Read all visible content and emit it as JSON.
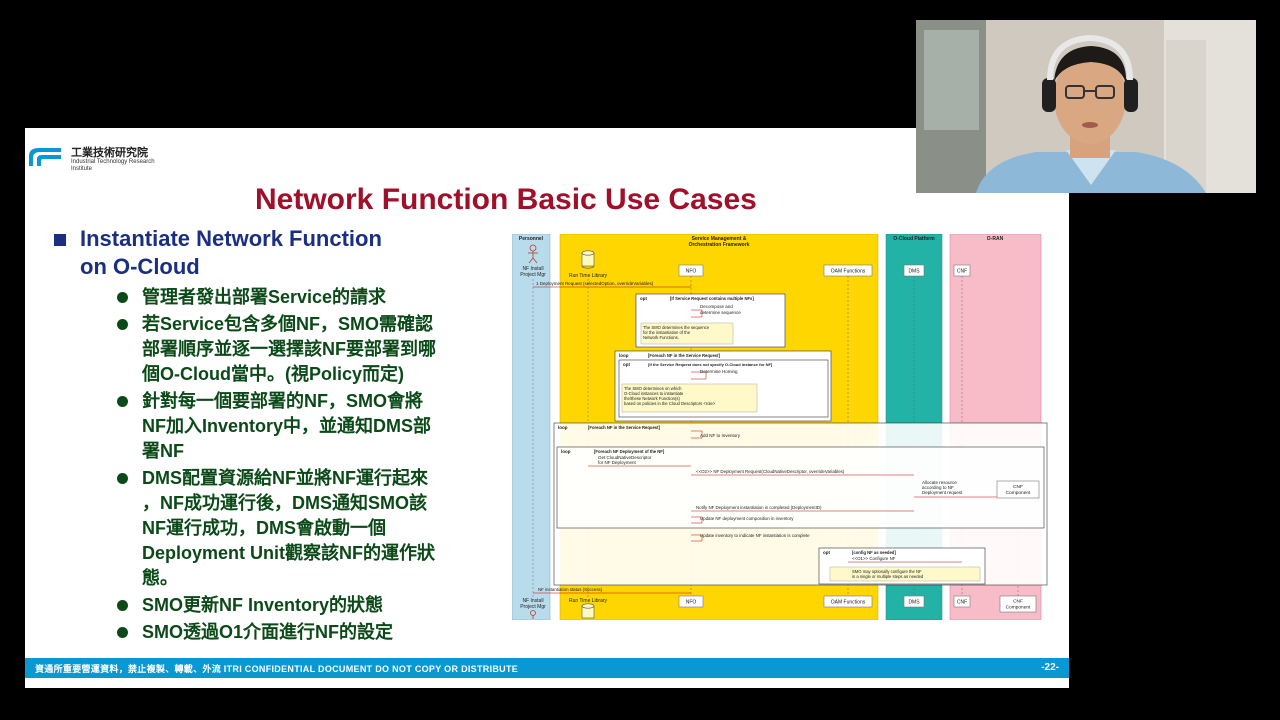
{
  "slide": {
    "org_name": "工業技術研究院",
    "org_name_en": "Industrial Technology Research Institute",
    "title": "Network Function Basic Use Cases",
    "heading_line1": "Instantiate Network Function",
    "heading_line2": "on O-Cloud",
    "bullets": [
      [
        "管理者發出部署Service的請求"
      ],
      [
        "若Service包含多個NF，SMO需確認",
        "部署順序並逐一選擇該NF要部署到哪",
        "個O-Cloud當中。(視Policy而定)"
      ],
      [
        "針對每一個要部署的NF，SMO會將",
        "NF加入Inventory中，並通知DMS部",
        "署NF"
      ],
      [
        "DMS配置資源給NF並將NF運行起來",
        "，NF成功運行後，DMS通知SMO該",
        "NF運行成功，DMS會啟動一個",
        "Deployment Unit觀察該NF的運作狀",
        "態。"
      ],
      [
        "SMO更新NF Inventory的狀態"
      ],
      [
        "SMO透過O1介面進行NF的設定"
      ]
    ],
    "footer_text": "資通所重要營運資料，禁止複製、轉載、外流  ITRI  CONFIDENTIAL  DOCUMENT  DO  NOT  COPY  OR  DISTRIBUTE",
    "page_number": "-22-"
  },
  "diagram": {
    "lanes": {
      "personnel": "Personnel",
      "smo_line1": "Service Management &",
      "smo_line2": "Orchestration Framework",
      "ocloud": "O-Cloud Platform",
      "oran": "O-RAN"
    },
    "participants": {
      "mgr_line1": "NF Install",
      "mgr_line2": "Project Mgr",
      "rtl": "Run Time Library",
      "nfo": "NFO",
      "oam": "OAM Functions",
      "dms": "DMS",
      "cnf": "CNF",
      "cnfc_line1": "CNF",
      "cnfc_line2": "Component"
    },
    "messages": {
      "m1": "1  Deployment Request (selectedOption, overrideVariables)",
      "opt1_guard": "[If Service Request contains multiple NFs]",
      "m2_line1": "Decompose and",
      "m2_line2": "determine sequence",
      "note1_line1": "The SMO determines the sequence",
      "note1_line2": "for the instantiation of the",
      "note1_line3": "Network Functions.",
      "loop1_guard": "[Foreach NF in the Service Request]",
      "opt2_guard": "[If the Service Request does not specify O-Cloud instance for NF]",
      "m3": "Determine Homing",
      "note2_line1": "The SMO determines on which",
      "note2_line2": "O-Cloud instances to instantiate",
      "note2_line3": "the/these Network Function(s)",
      "note2_line4": "based on policies in the Cloud Descriptors <role>",
      "loop2_guard": "[Foreach NF in the Service Request]",
      "m4": "Add NF to Inventory",
      "loop3_guard": "[Foreach NF Deployment of the NF]",
      "m5_line1": "Get CloudNativeDescriptor",
      "m5_line2": "for NF Deployment",
      "m6": "<<O2>> NF Deployment Request(CloudNativeDescriptor, overrideVariables)",
      "m7_line1": "Allocate resource",
      "m7_line2": "according to NF",
      "m7_line3": "Deployment request",
      "m8": "Notify NF Deployment instantiation is completed (DeploymentID)",
      "m9": "Update NF deployment composition in inventory",
      "m10": "Update inventory to indicate NF instantiation is complete",
      "opt3_guard": "[config NF as needed]",
      "m11": "<<O1>> Configure NF",
      "note3_line1": "SMO may optionally configure the NF",
      "note3_line2": "in a single or multiple steps as needed",
      "m12": "NF instantiation status (Success)",
      "opt_label": "opt",
      "loop_label": "loop"
    }
  },
  "colors": {
    "title": "#a0102a",
    "heading": "#1a2e82",
    "bullet_text": "#0b4a18",
    "footer_bar": "#0a98d2",
    "lane_personnel": "#b8dcec",
    "lane_smo": "#ffd600",
    "lane_ocloud": "#22b3a6",
    "lane_oran": "#f8bcc8"
  }
}
